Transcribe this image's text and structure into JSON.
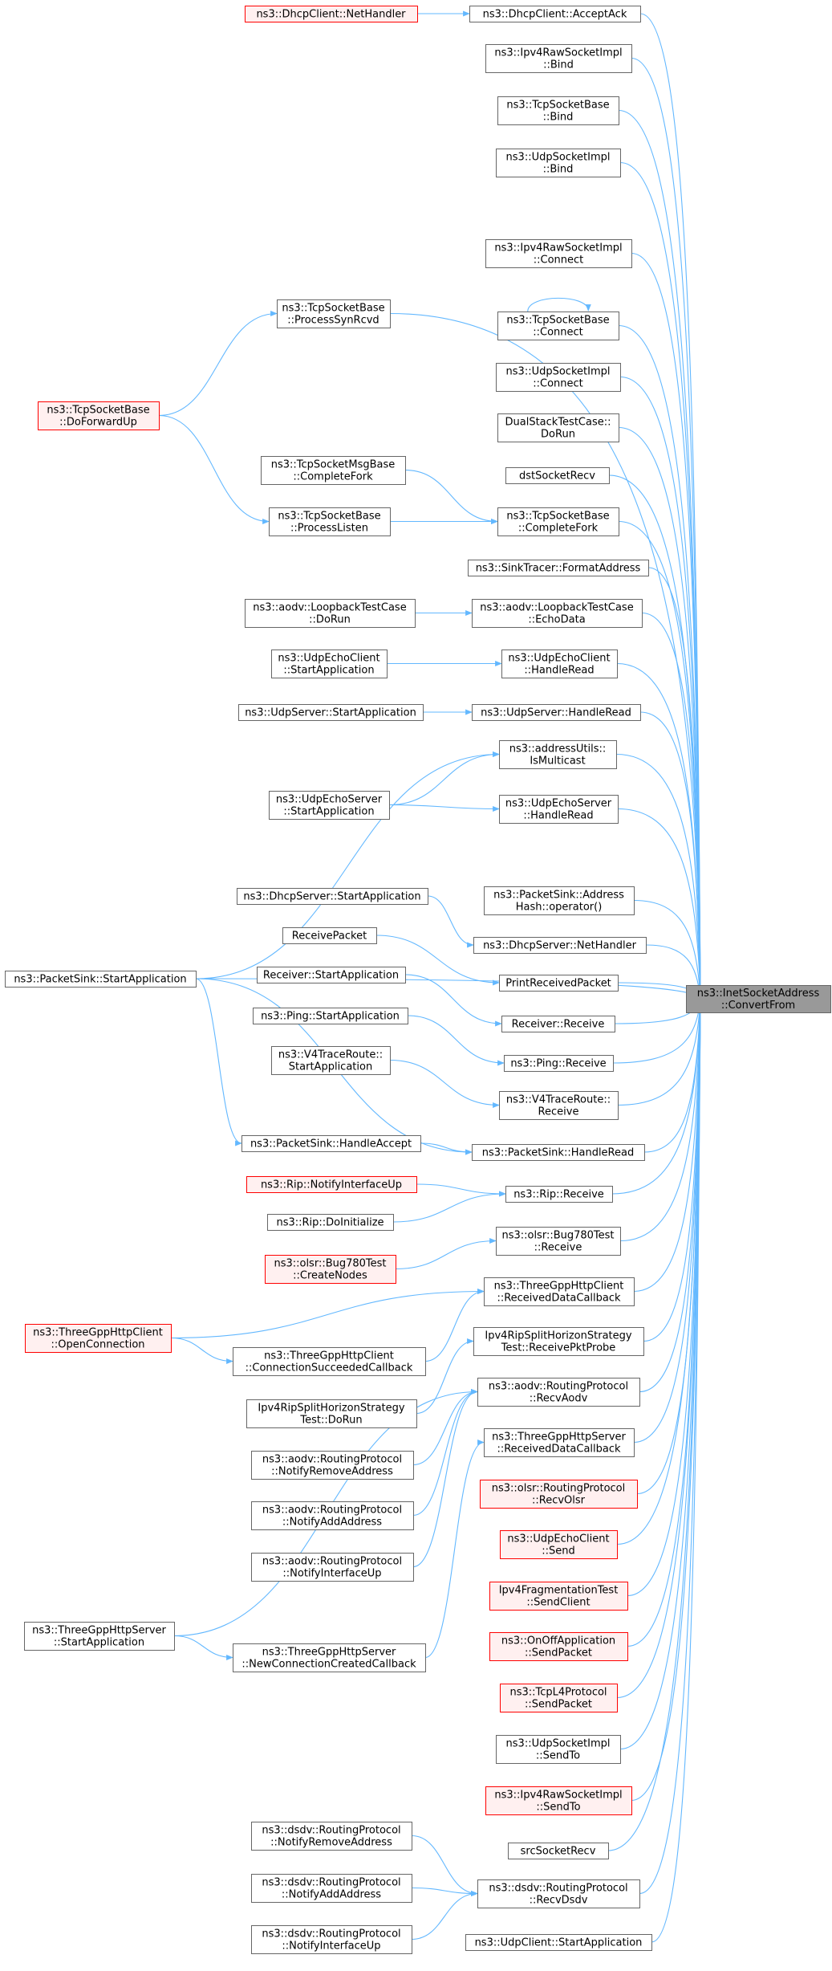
{
  "colors": {
    "edge": "#63b8ff",
    "border_normal": "#666666",
    "border_red": "#ff0000",
    "fill_normal": "#ffffff",
    "fill_red": "#fff0f0",
    "fill_target": "#999999",
    "border_target": "#666666"
  },
  "target": {
    "id": "convert_from",
    "lines": [
      "ns3::InetSocketAddress",
      "::ConvertFrom"
    ]
  },
  "nodes": [
    {
      "id": "dhcp_nethandler",
      "lines": [
        "ns3::DhcpClient::NetHandler"
      ],
      "style": "red"
    },
    {
      "id": "dhcp_acceptack",
      "lines": [
        "ns3::DhcpClient::AcceptAck"
      ],
      "style": "normal"
    },
    {
      "id": "ipv4raw_bind",
      "lines": [
        "ns3::Ipv4RawSocketImpl",
        "::Bind"
      ],
      "style": "normal"
    },
    {
      "id": "tcpbase_bind",
      "lines": [
        "ns3::TcpSocketBase",
        "::Bind"
      ],
      "style": "normal"
    },
    {
      "id": "udpimpl_bind",
      "lines": [
        "ns3::UdpSocketImpl",
        "::Bind"
      ],
      "style": "normal"
    },
    {
      "id": "ipv4raw_connect",
      "lines": [
        "ns3::Ipv4RawSocketImpl",
        "::Connect"
      ],
      "style": "normal"
    },
    {
      "id": "tcpbase_processsynrcvd",
      "lines": [
        "ns3::TcpSocketBase",
        "::ProcessSynRcvd"
      ],
      "style": "normal"
    },
    {
      "id": "tcpbase_connect",
      "lines": [
        "ns3::TcpSocketBase",
        "::Connect"
      ],
      "style": "normal"
    },
    {
      "id": "tcpbase_doforwardup",
      "lines": [
        "ns3::TcpSocketBase",
        "::DoForwardUp"
      ],
      "style": "red"
    },
    {
      "id": "udpimpl_connect",
      "lines": [
        "ns3::UdpSocketImpl",
        "::Connect"
      ],
      "style": "normal"
    },
    {
      "id": "dualstack_dorun",
      "lines": [
        "DualStackTestCase::",
        "DoRun"
      ],
      "style": "normal"
    },
    {
      "id": "tcpmsg_completefork",
      "lines": [
        "ns3::TcpSocketMsgBase",
        "::CompleteFork"
      ],
      "style": "normal"
    },
    {
      "id": "dstsocketrecv",
      "lines": [
        "dstSocketRecv"
      ],
      "style": "normal"
    },
    {
      "id": "tcpbase_processlisten",
      "lines": [
        "ns3::TcpSocketBase",
        "::ProcessListen"
      ],
      "style": "normal"
    },
    {
      "id": "tcpbase_completefork",
      "lines": [
        "ns3::TcpSocketBase",
        "::CompleteFork"
      ],
      "style": "normal"
    },
    {
      "id": "sinktracer_formataddress",
      "lines": [
        "ns3::SinkTracer::FormatAddress"
      ],
      "style": "normal"
    },
    {
      "id": "aodv_loopback_dorun",
      "lines": [
        "ns3::aodv::LoopbackTestCase",
        "::DoRun"
      ],
      "style": "normal"
    },
    {
      "id": "aodv_loopback_echodata",
      "lines": [
        "ns3::aodv::LoopbackTestCase",
        "::EchoData"
      ],
      "style": "normal"
    },
    {
      "id": "udpechoclient_startapp",
      "lines": [
        "ns3::UdpEchoClient",
        "::StartApplication"
      ],
      "style": "normal"
    },
    {
      "id": "udpechoclient_handleread",
      "lines": [
        "ns3::UdpEchoClient",
        "::HandleRead"
      ],
      "style": "normal"
    },
    {
      "id": "udpserver_startapp",
      "lines": [
        "ns3::UdpServer::StartApplication"
      ],
      "style": "normal"
    },
    {
      "id": "udpserver_handleread",
      "lines": [
        "ns3::UdpServer::HandleRead"
      ],
      "style": "normal"
    },
    {
      "id": "addressutils_ismulticast",
      "lines": [
        "ns3::addressUtils::",
        "IsMulticast"
      ],
      "style": "normal"
    },
    {
      "id": "udpechoserver_startapp",
      "lines": [
        "ns3::UdpEchoServer",
        "::StartApplication"
      ],
      "style": "normal"
    },
    {
      "id": "udpechoserver_handleread",
      "lines": [
        "ns3::UdpEchoServer",
        "::HandleRead"
      ],
      "style": "normal"
    },
    {
      "id": "dhcpserver_startapp",
      "lines": [
        "ns3::DhcpServer::StartApplication"
      ],
      "style": "normal"
    },
    {
      "id": "packetsink_addresshash",
      "lines": [
        "ns3::PacketSink::Address",
        "Hash::operator()"
      ],
      "style": "normal"
    },
    {
      "id": "dhcpserver_nethandler",
      "lines": [
        "ns3::DhcpServer::NetHandler"
      ],
      "style": "normal"
    },
    {
      "id": "receivepacket",
      "lines": [
        "ReceivePacket"
      ],
      "style": "normal"
    },
    {
      "id": "printreceivedpacket",
      "lines": [
        "PrintReceivedPacket"
      ],
      "style": "normal"
    },
    {
      "id": "packetsink_startapp",
      "lines": [
        "ns3::PacketSink::StartApplication"
      ],
      "style": "normal"
    },
    {
      "id": "receiver_startapp",
      "lines": [
        "Receiver::StartApplication"
      ],
      "style": "normal"
    },
    {
      "id": "receiver_receive",
      "lines": [
        "Receiver::Receive"
      ],
      "style": "normal"
    },
    {
      "id": "ping_startapp",
      "lines": [
        "ns3::Ping::StartApplication"
      ],
      "style": "normal"
    },
    {
      "id": "ping_receive",
      "lines": [
        "ns3::Ping::Receive"
      ],
      "style": "normal"
    },
    {
      "id": "v4traceroute_startapp",
      "lines": [
        "ns3::V4TraceRoute::",
        "StartApplication"
      ],
      "style": "normal"
    },
    {
      "id": "v4traceroute_receive",
      "lines": [
        "ns3::V4TraceRoute::",
        "Receive"
      ],
      "style": "normal"
    },
    {
      "id": "packetsink_handleaccept",
      "lines": [
        "ns3::PacketSink::HandleAccept"
      ],
      "style": "normal"
    },
    {
      "id": "packetsink_handleread",
      "lines": [
        "ns3::PacketSink::HandleRead"
      ],
      "style": "normal"
    },
    {
      "id": "rip_notifyinterfaceup",
      "lines": [
        "ns3::Rip::NotifyInterfaceUp"
      ],
      "style": "red"
    },
    {
      "id": "rip_receive",
      "lines": [
        "ns3::Rip::Receive"
      ],
      "style": "normal"
    },
    {
      "id": "rip_doinitialize",
      "lines": [
        "ns3::Rip::DoInitialize"
      ],
      "style": "normal"
    },
    {
      "id": "olsr_bug780_createnodes",
      "lines": [
        "ns3::olsr::Bug780Test",
        "::CreateNodes"
      ],
      "style": "red"
    },
    {
      "id": "olsr_bug780_receive",
      "lines": [
        "ns3::olsr::Bug780Test",
        "::Receive"
      ],
      "style": "normal"
    },
    {
      "id": "threegpp_client_receiveddatacallback",
      "lines": [
        "ns3::ThreeGppHttpClient",
        "::ReceivedDataCallback"
      ],
      "style": "normal"
    },
    {
      "id": "threegpp_client_openconnection",
      "lines": [
        "ns3::ThreeGppHttpClient",
        "::OpenConnection"
      ],
      "style": "red"
    },
    {
      "id": "threegpp_client_connectionsucceeded",
      "lines": [
        "ns3::ThreeGppHttpClient",
        "::ConnectionSucceededCallback"
      ],
      "style": "normal"
    },
    {
      "id": "ipv4rip_receivepktprobe",
      "lines": [
        "Ipv4RipSplitHorizonStrategy",
        "Test::ReceivePktProbe"
      ],
      "style": "normal"
    },
    {
      "id": "ipv4rip_dorun",
      "lines": [
        "Ipv4RipSplitHorizonStrategy",
        "Test::DoRun"
      ],
      "style": "normal"
    },
    {
      "id": "aodv_recvaodv",
      "lines": [
        "ns3::aodv::RoutingProtocol",
        "::RecvAodv"
      ],
      "style": "normal"
    },
    {
      "id": "aodv_notifyremoveaddress",
      "lines": [
        "ns3::aodv::RoutingProtocol",
        "::NotifyRemoveAddress"
      ],
      "style": "normal"
    },
    {
      "id": "threegpp_server_receiveddatacallback",
      "lines": [
        "ns3::ThreeGppHttpServer",
        "::ReceivedDataCallback"
      ],
      "style": "normal"
    },
    {
      "id": "olsr_recvolsr",
      "lines": [
        "ns3::olsr::RoutingProtocol",
        "::RecvOlsr"
      ],
      "style": "red"
    },
    {
      "id": "aodv_notifyaddaddress",
      "lines": [
        "ns3::aodv::RoutingProtocol",
        "::NotifyAddAddress"
      ],
      "style": "normal"
    },
    {
      "id": "udpechoclient_send",
      "lines": [
        "ns3::UdpEchoClient",
        "::Send"
      ],
      "style": "red"
    },
    {
      "id": "aodv_notifyinterfaceup",
      "lines": [
        "ns3::aodv::RoutingProtocol",
        "::NotifyInterfaceUp"
      ],
      "style": "normal"
    },
    {
      "id": "ipv4frag_sendclient",
      "lines": [
        "Ipv4FragmentationTest",
        "::SendClient"
      ],
      "style": "red"
    },
    {
      "id": "threegpp_server_startapp",
      "lines": [
        "ns3::ThreeGppHttpServer",
        "::StartApplication"
      ],
      "style": "normal"
    },
    {
      "id": "onoff_sendpacket",
      "lines": [
        "ns3::OnOffApplication",
        "::SendPacket"
      ],
      "style": "red"
    },
    {
      "id": "threegpp_server_newconnection",
      "lines": [
        "ns3::ThreeGppHttpServer",
        "::NewConnectionCreatedCallback"
      ],
      "style": "normal"
    },
    {
      "id": "tcpl4_sendpacket",
      "lines": [
        "ns3::TcpL4Protocol",
        "::SendPacket"
      ],
      "style": "red"
    },
    {
      "id": "udpimpl_sendto",
      "lines": [
        "ns3::UdpSocketImpl",
        "::SendTo"
      ],
      "style": "normal"
    },
    {
      "id": "ipv4raw_sendto",
      "lines": [
        "ns3::Ipv4RawSocketImpl",
        "::SendTo"
      ],
      "style": "red"
    },
    {
      "id": "dsdv_notifyremoveaddress",
      "lines": [
        "ns3::dsdv::RoutingProtocol",
        "::NotifyRemoveAddress"
      ],
      "style": "normal"
    },
    {
      "id": "srcsocketrecv",
      "lines": [
        "srcSocketRecv"
      ],
      "style": "normal"
    },
    {
      "id": "dsdv_notifyaddaddress",
      "lines": [
        "ns3::dsdv::RoutingProtocol",
        "::NotifyAddAddress"
      ],
      "style": "normal"
    },
    {
      "id": "dsdv_recvdsdv",
      "lines": [
        "ns3::dsdv::RoutingProtocol",
        "::RecvDsdv"
      ],
      "style": "normal"
    },
    {
      "id": "dsdv_notifyinterfaceup",
      "lines": [
        "ns3::dsdv::RoutingProtocol",
        "::NotifyInterfaceUp"
      ],
      "style": "normal"
    },
    {
      "id": "udpclient_startapp",
      "lines": [
        "ns3::UdpClient::StartApplication"
      ],
      "style": "normal"
    }
  ],
  "edges": [
    [
      "dhcp_nethandler",
      "dhcp_acceptack"
    ],
    [
      "dhcp_acceptack",
      "convert_from"
    ],
    [
      "ipv4raw_bind",
      "convert_from"
    ],
    [
      "tcpbase_bind",
      "convert_from"
    ],
    [
      "udpimpl_bind",
      "convert_from"
    ],
    [
      "ipv4raw_connect",
      "convert_from"
    ],
    [
      "tcpbase_processsynrcvd",
      "convert_from"
    ],
    [
      "tcpbase_connect",
      "tcpbase_connect"
    ],
    [
      "tcpbase_connect",
      "convert_from"
    ],
    [
      "tcpbase_doforwardup",
      "tcpbase_processsynrcvd"
    ],
    [
      "tcpbase_doforwardup",
      "tcpbase_processlisten"
    ],
    [
      "udpimpl_connect",
      "convert_from"
    ],
    [
      "dualstack_dorun",
      "convert_from"
    ],
    [
      "dstsocketrecv",
      "convert_from"
    ],
    [
      "tcpmsg_completefork",
      "tcpbase_completefork"
    ],
    [
      "tcpbase_processlisten",
      "tcpbase_completefork"
    ],
    [
      "tcpbase_completefork",
      "convert_from"
    ],
    [
      "sinktracer_formataddress",
      "convert_from"
    ],
    [
      "aodv_loopback_dorun",
      "aodv_loopback_echodata"
    ],
    [
      "aodv_loopback_echodata",
      "convert_from"
    ],
    [
      "udpechoclient_startapp",
      "udpechoclient_handleread"
    ],
    [
      "udpechoclient_handleread",
      "convert_from"
    ],
    [
      "udpserver_startapp",
      "udpserver_handleread"
    ],
    [
      "udpserver_handleread",
      "convert_from"
    ],
    [
      "packetsink_startapp",
      "addressutils_ismulticast"
    ],
    [
      "udpechoserver_startapp",
      "addressutils_ismulticast"
    ],
    [
      "addressutils_ismulticast",
      "convert_from"
    ],
    [
      "udpechoserver_startapp",
      "udpechoserver_handleread"
    ],
    [
      "udpechoserver_handleread",
      "convert_from"
    ],
    [
      "packetsink_startapp",
      "convert_from"
    ],
    [
      "packetsink_addresshash",
      "convert_from"
    ],
    [
      "dhcpserver_startapp",
      "dhcpserver_nethandler"
    ],
    [
      "dhcpserver_nethandler",
      "convert_from"
    ],
    [
      "receivepacket",
      "printreceivedpacket"
    ],
    [
      "printreceivedpacket",
      "convert_from"
    ],
    [
      "receiver_startapp",
      "receiver_receive"
    ],
    [
      "receiver_receive",
      "convert_from"
    ],
    [
      "ping_startapp",
      "ping_receive"
    ],
    [
      "ping_receive",
      "convert_from"
    ],
    [
      "v4traceroute_startapp",
      "v4traceroute_receive"
    ],
    [
      "v4traceroute_receive",
      "convert_from"
    ],
    [
      "packetsink_startapp",
      "packetsink_handleaccept"
    ],
    [
      "packetsink_startapp",
      "packetsink_handleread"
    ],
    [
      "packetsink_handleaccept",
      "packetsink_handleread"
    ],
    [
      "packetsink_handleread",
      "convert_from"
    ],
    [
      "rip_notifyinterfaceup",
      "rip_receive"
    ],
    [
      "rip_doinitialize",
      "rip_receive"
    ],
    [
      "rip_receive",
      "convert_from"
    ],
    [
      "olsr_bug780_createnodes",
      "olsr_bug780_receive"
    ],
    [
      "olsr_bug780_receive",
      "convert_from"
    ],
    [
      "threegpp_client_openconnection",
      "threegpp_client_receiveddatacallback"
    ],
    [
      "threegpp_client_openconnection",
      "threegpp_client_connectionsucceeded"
    ],
    [
      "threegpp_client_connectionsucceeded",
      "threegpp_client_receiveddatacallback"
    ],
    [
      "threegpp_client_receiveddatacallback",
      "convert_from"
    ],
    [
      "ipv4rip_dorun",
      "ipv4rip_receivepktprobe"
    ],
    [
      "ipv4rip_receivepktprobe",
      "convert_from"
    ],
    [
      "aodv_notifyremoveaddress",
      "aodv_recvaodv"
    ],
    [
      "aodv_notifyaddaddress",
      "aodv_recvaodv"
    ],
    [
      "aodv_notifyinterfaceup",
      "aodv_recvaodv"
    ],
    [
      "threegpp_server_startapp",
      "aodv_recvaodv"
    ],
    [
      "aodv_recvaodv",
      "convert_from"
    ],
    [
      "threegpp_server_startapp",
      "threegpp_server_newconnection"
    ],
    [
      "threegpp_server_newconnection",
      "threegpp_server_receiveddatacallback"
    ],
    [
      "threegpp_server_receiveddatacallback",
      "convert_from"
    ],
    [
      "olsr_recvolsr",
      "convert_from"
    ],
    [
      "udpechoclient_send",
      "convert_from"
    ],
    [
      "ipv4frag_sendclient",
      "convert_from"
    ],
    [
      "onoff_sendpacket",
      "convert_from"
    ],
    [
      "tcpl4_sendpacket",
      "convert_from"
    ],
    [
      "udpimpl_sendto",
      "convert_from"
    ],
    [
      "ipv4raw_sendto",
      "convert_from"
    ],
    [
      "srcsocketrecv",
      "convert_from"
    ],
    [
      "dsdv_notifyremoveaddress",
      "dsdv_recvdsdv"
    ],
    [
      "dsdv_notifyaddaddress",
      "dsdv_recvdsdv"
    ],
    [
      "dsdv_notifyinterfaceup",
      "dsdv_recvdsdv"
    ],
    [
      "dsdv_recvdsdv",
      "convert_from"
    ],
    [
      "udpclient_startapp",
      "convert_from"
    ]
  ]
}
